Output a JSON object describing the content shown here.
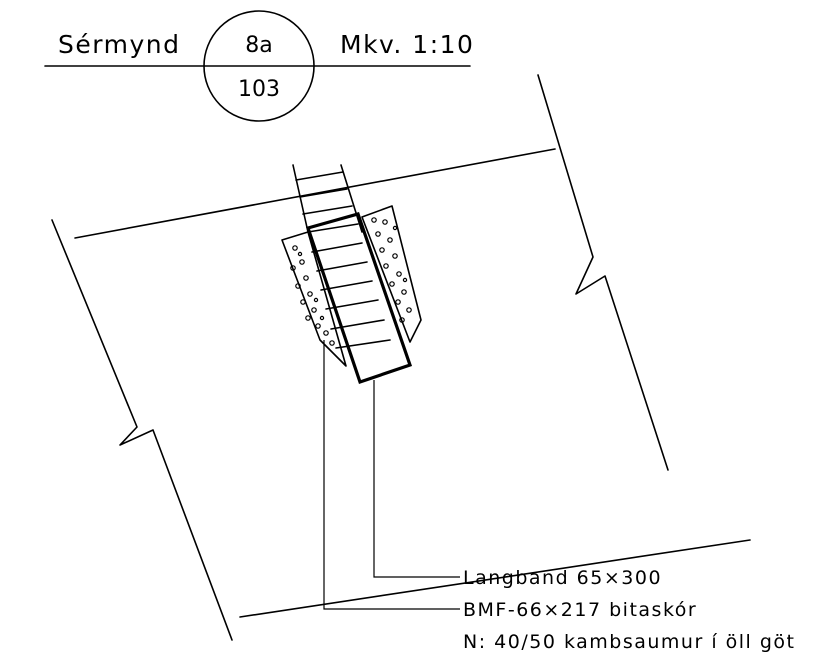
{
  "header": {
    "title": "Sérmynd",
    "detail_number": "8a",
    "sheet_number": "103",
    "scale": "Mkv. 1:10"
  },
  "labels": {
    "langband": "Langband 65×300",
    "bitaskor": "BMF-66×217 bitaskór",
    "note": "N: 40/50 kambsaumur í öll göt"
  }
}
